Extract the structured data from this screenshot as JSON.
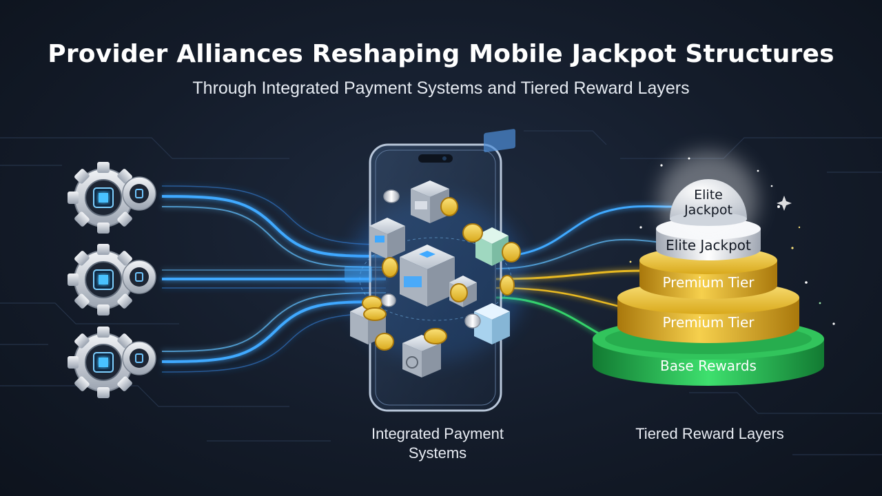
{
  "header": {
    "title": "Provider Alliances Reshaping Mobile Jackpot Structures",
    "subtitle": "Through Integrated Payment Systems and Tiered Reward Layers"
  },
  "providers": [
    {
      "icon": "gear-chip-icon"
    },
    {
      "icon": "gear-chip-icon"
    },
    {
      "icon": "gear-chip-icon"
    }
  ],
  "phone": {
    "caption_line1": "Integrated Payment",
    "caption_line2": "Systems"
  },
  "tiers": {
    "caption": "Tiered Reward Layers",
    "dome_label_line1": "Elite",
    "dome_label_line2": "Jackpot",
    "elite": "Elite Jackpot",
    "premium_upper": "Premium Tier",
    "premium_lower": "Premium Tier",
    "base": "Base Rewards"
  },
  "colors": {
    "flow_blue": "#3fa9ff",
    "flow_gold": "#e8b923",
    "flow_green": "#34d36a",
    "gold": "#d9a91c",
    "silver": "#dfe3ea",
    "green": "#22b14c"
  }
}
